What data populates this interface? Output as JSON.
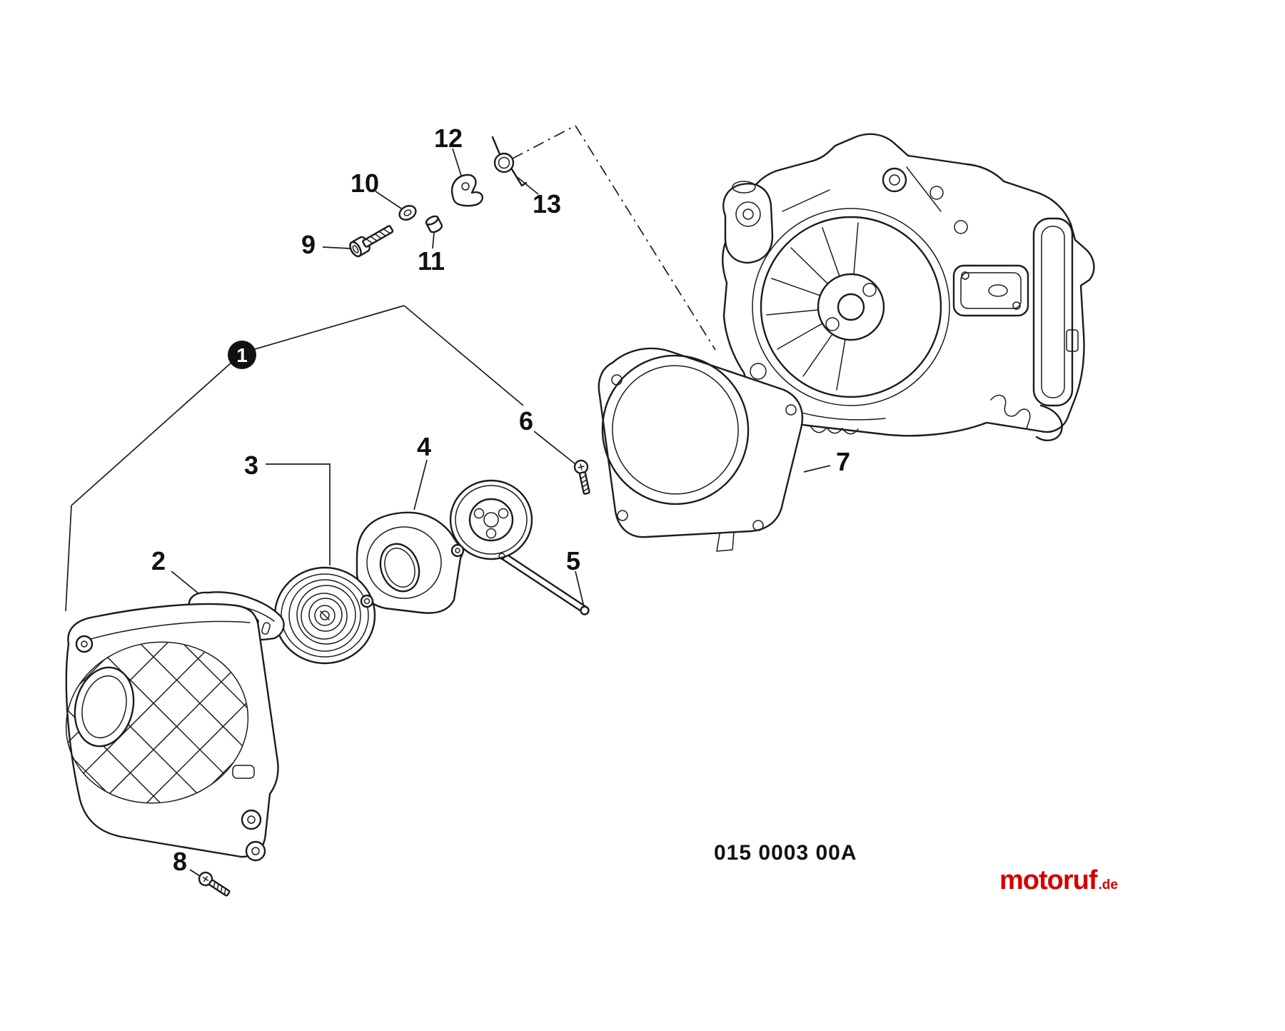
{
  "page": {
    "background": "#ffffff"
  },
  "diagram": {
    "code": "015 0003 00A",
    "line_color": "#1c1c1c",
    "callouts": [
      {
        "label": "1"
      },
      {
        "label": "2"
      },
      {
        "label": "3"
      },
      {
        "label": "4"
      },
      {
        "label": "5"
      },
      {
        "label": "6"
      },
      {
        "label": "7"
      },
      {
        "label": "8"
      },
      {
        "label": "9"
      },
      {
        "label": "10"
      },
      {
        "label": "11"
      },
      {
        "label": "12"
      },
      {
        "label": "13"
      }
    ]
  },
  "branding": {
    "logo_text": "motoruf",
    "logo_suffix": ".de",
    "logo_color": "#d40000"
  }
}
